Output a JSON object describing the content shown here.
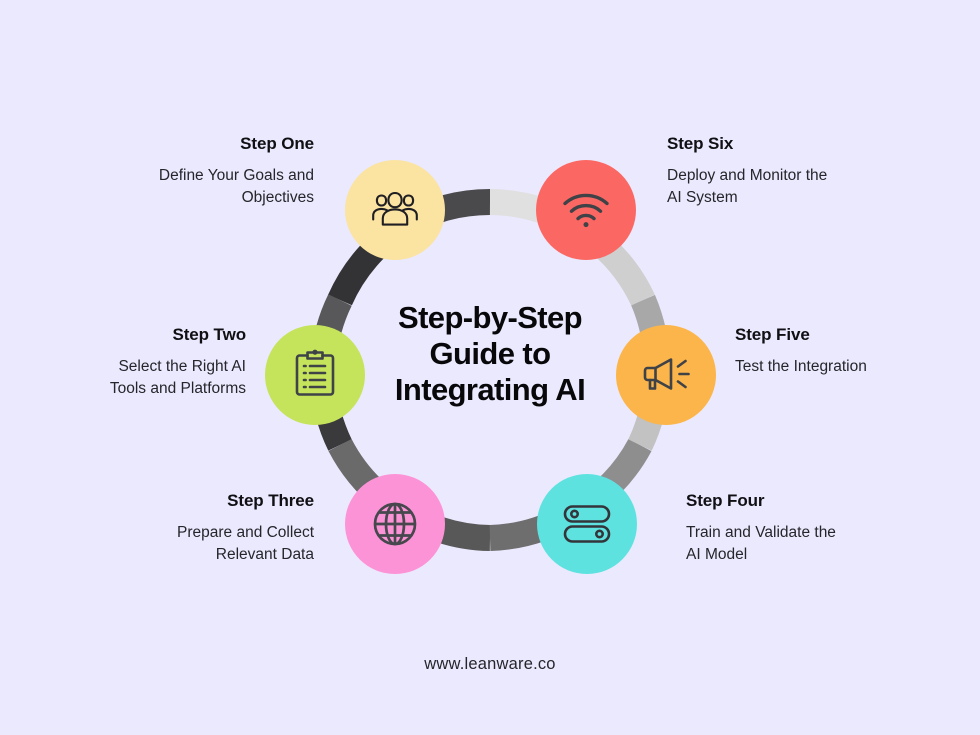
{
  "background_color": "#ebe9fd",
  "center_title": {
    "lines": [
      "Step-by-Step",
      "Guide to",
      "Integrating AI"
    ],
    "full_text": "Step-by-Step Guide to Integrating AI"
  },
  "footer": {
    "url": "www.leanware.co"
  },
  "ring": {
    "segment_colors": [
      "#4a4a4d",
      "#e0e0e0",
      "#cfcfcf",
      "#a8a8a8",
      "#8e8e8e",
      "#c2c2c2",
      "#6e6e6e",
      "#585858",
      "#3a3a3c",
      "#6a6a6a",
      "#333335",
      "#58585a"
    ],
    "inner_fill": "#ebe9fd"
  },
  "steps": [
    {
      "id": "step-one",
      "title": "Step One",
      "description": "Define Your Goals and Objectives",
      "desc_lines": [
        "Define Your Goals and",
        "Objectives"
      ],
      "circle_color": "#fbe3a1",
      "icon": "people-group-icon",
      "icon_color": "#1f1f23",
      "align": "right"
    },
    {
      "id": "step-two",
      "title": "Step Two",
      "description": "Select the Right AI Tools and Platforms",
      "desc_lines": [
        "Select the Right AI",
        "Tools and Platforms"
      ],
      "circle_color": "#c5e45c",
      "icon": "clipboard-checklist-icon",
      "icon_color": "#3f4247",
      "align": "right"
    },
    {
      "id": "step-three",
      "title": "Step Three",
      "description": "Prepare and Collect Relevant Data",
      "desc_lines": [
        "Prepare and Collect",
        "Relevant Data"
      ],
      "circle_color": "#fd93d7",
      "icon": "globe-icon",
      "icon_color": "#46484d",
      "align": "right"
    },
    {
      "id": "step-four",
      "title": "Step Four",
      "description": "Train and Validate the AI Model",
      "desc_lines": [
        "Train and Validate the",
        "AI Model"
      ],
      "circle_color": "#5ee2e0",
      "icon": "server-stack-icon",
      "icon_color": "#33353a",
      "align": "left"
    },
    {
      "id": "step-five",
      "title": "Step Five",
      "description": "Test the Integration",
      "desc_lines": [
        "Test the Integration"
      ],
      "circle_color": "#fbb54a",
      "icon": "megaphone-icon",
      "icon_color": "#3f4247",
      "align": "left"
    },
    {
      "id": "step-six",
      "title": "Step Six",
      "description": "Deploy and Monitor the AI System",
      "desc_lines": [
        "Deploy and Monitor the",
        "AI System"
      ],
      "circle_color": "#fb6863",
      "icon": "wifi-signal-icon",
      "icon_color": "#3f4247",
      "align": "left"
    }
  ]
}
